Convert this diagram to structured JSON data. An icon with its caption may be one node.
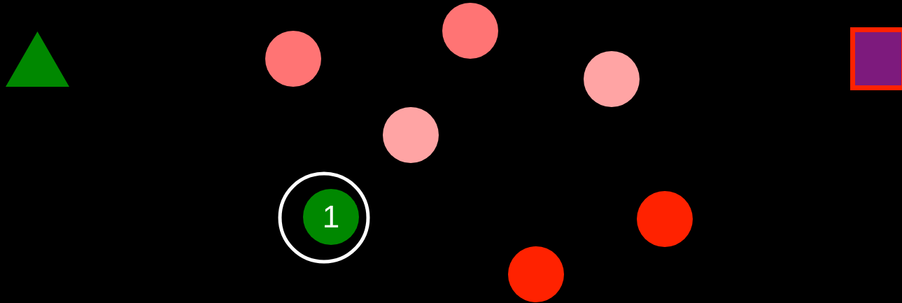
{
  "diagram": {
    "nodes": [
      {
        "text": [],
        "shape": "triangle"
      },
      {
        "text": [],
        "shape": "circle"
      },
      {
        "text": [
          "1"
        ]
      },
      {
        "text": [],
        "shape": "circle"
      },
      {
        "text": [],
        "shape": "circle"
      },
      {
        "text": [],
        "shape": "circle"
      },
      {
        "text": [],
        "shape": "circle"
      },
      {
        "text": [],
        "shape": "circle"
      },
      {
        "text": [],
        "shape": "box"
      }
    ],
    "edges": []
  }
}
